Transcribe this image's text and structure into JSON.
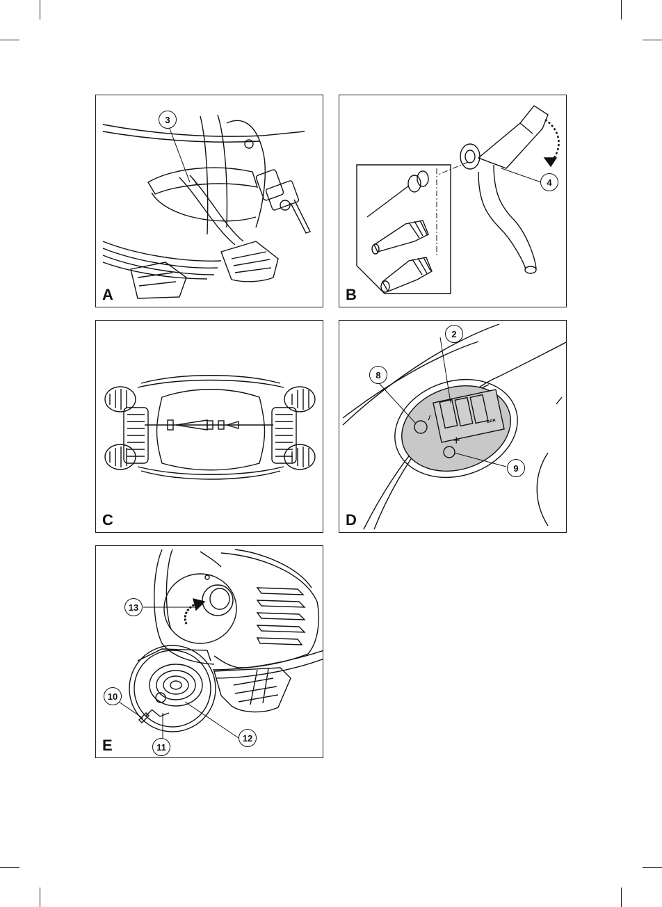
{
  "panels": [
    {
      "letter": "A",
      "callouts": [
        "3"
      ]
    },
    {
      "letter": "B",
      "callouts": [
        "4"
      ]
    },
    {
      "letter": "C",
      "callouts": []
    },
    {
      "letter": "D",
      "callouts": [
        "2",
        "8",
        "9"
      ],
      "display_unit": "BAR",
      "minus_symbol": "−",
      "plus_symbol": "+"
    },
    {
      "letter": "E",
      "callouts": [
        "13",
        "10",
        "12",
        "11"
      ]
    }
  ]
}
